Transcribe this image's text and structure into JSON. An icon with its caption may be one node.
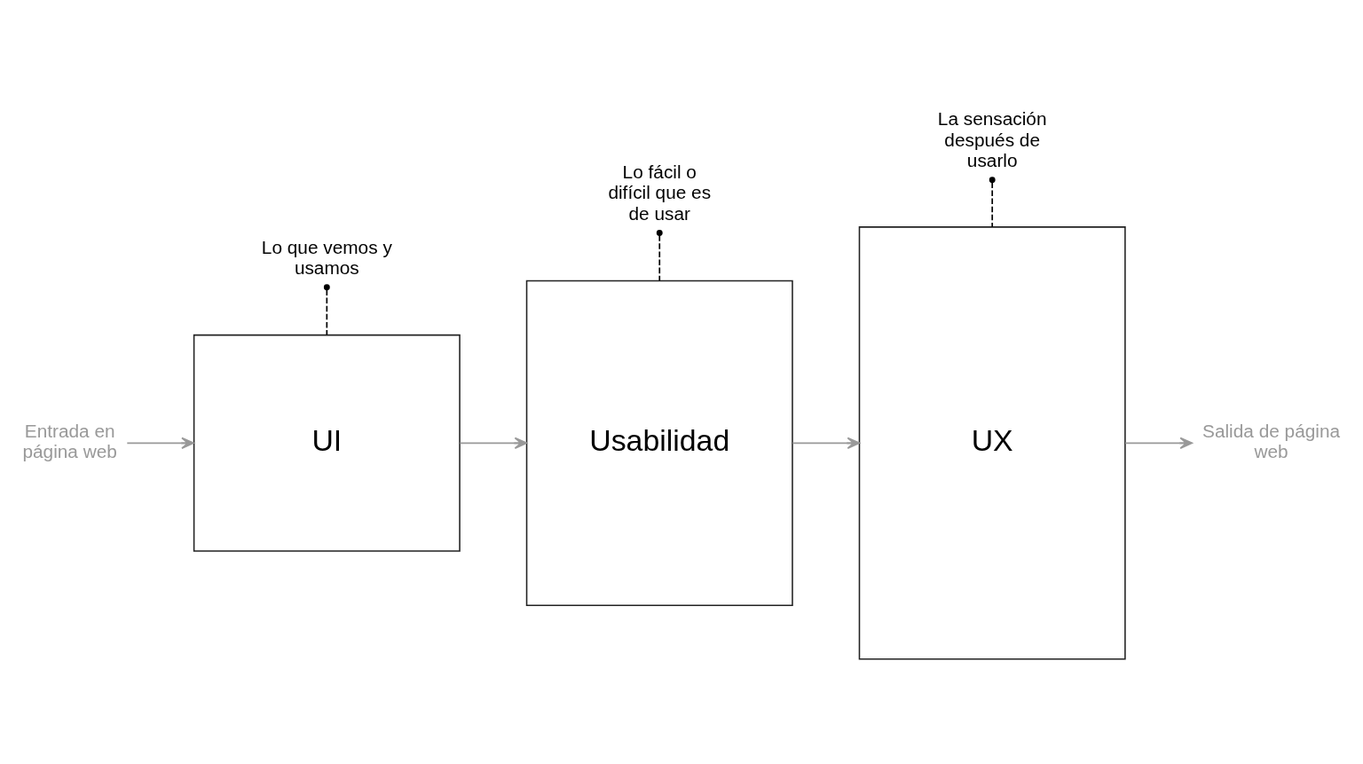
{
  "diagram": {
    "nodes": [
      {
        "text": [
          "Entrada en página web"
        ]
      },
      {
        "text": [
          "UI"
        ]
      },
      {
        "text": [
          "Usabilidad"
        ]
      },
      {
        "text": [
          "UX"
        ]
      },
      {
        "text": [
          "Salida de página web"
        ]
      },
      {
        "text": [
          "Lo que vemos y usamos"
        ]
      },
      {
        "text": [
          "Lo fácil o difícil que es de usar"
        ]
      },
      {
        "text": [
          "La sensación después de usarlo"
        ]
      }
    ],
    "edges": [
      {
        "from": 0,
        "to": 1,
        "arrow": "to",
        "color": "#999999"
      },
      {
        "from": 1,
        "to": 2,
        "arrow": "to",
        "color": "#999999"
      },
      {
        "from": 2,
        "to": 3,
        "arrow": "to",
        "color": "#999999"
      },
      {
        "from": 3,
        "to": 4,
        "arrow": "to",
        "color": "#999999"
      },
      {
        "from": 5,
        "to": 1,
        "arrow": "other",
        "style": "dashed",
        "color": "#000000"
      },
      {
        "from": 6,
        "to": 2,
        "arrow": "other",
        "style": "dashed",
        "color": "#000000"
      },
      {
        "from": 7,
        "to": 3,
        "arrow": "other",
        "style": "dashed",
        "color": "#000000"
      }
    ]
  }
}
